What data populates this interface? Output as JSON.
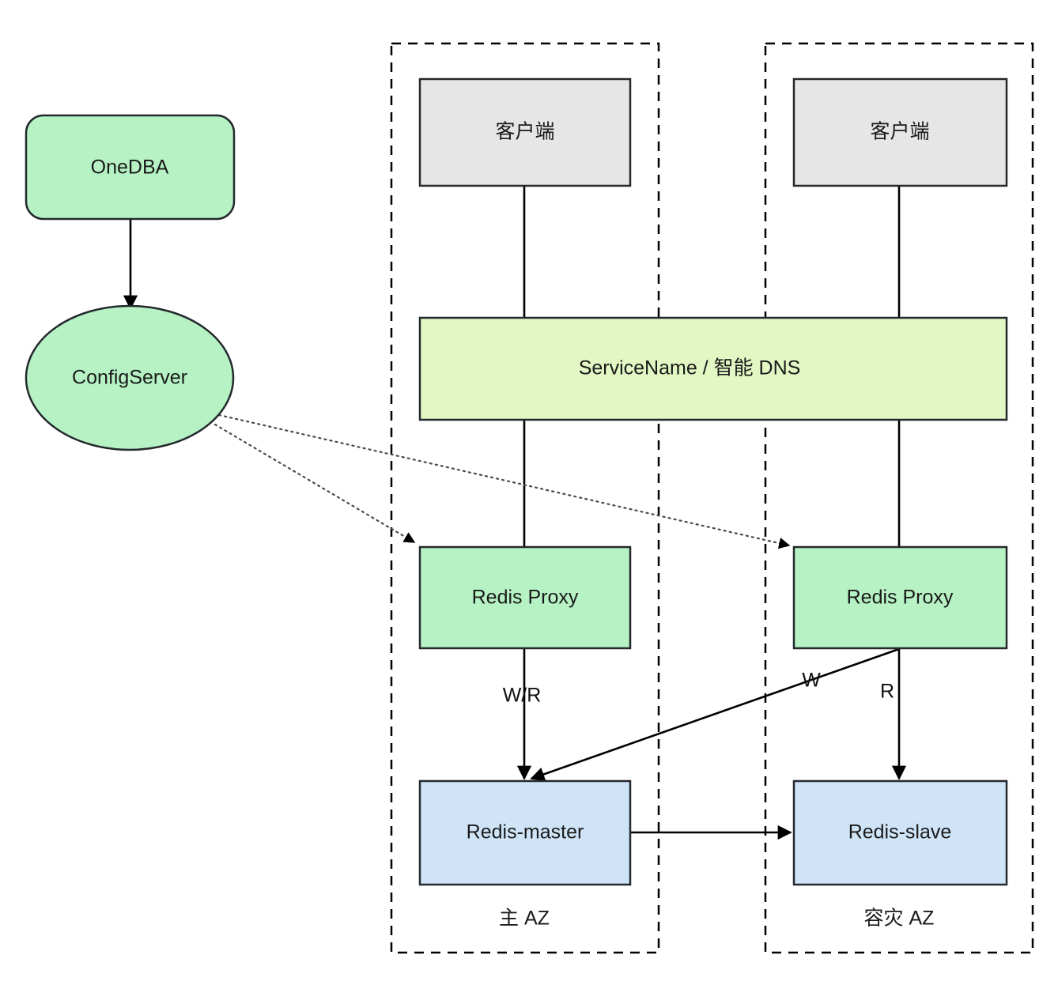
{
  "diagram": {
    "title": "Redis multi-AZ high availability architecture",
    "background": "#ffffff",
    "colors": {
      "green": "#b6f2c4",
      "lime": "#e2f7c4",
      "blue": "#cfe4f7",
      "gray": "#e6e6e6",
      "stroke": "#24292e",
      "dotted_edge": "#4d4d4d"
    }
  },
  "nodes": {
    "onedba": {
      "label": "OneDBA",
      "shape": "rounded-rect",
      "fill": "#b6f2c4"
    },
    "configserver": {
      "label": "ConfigServer",
      "shape": "ellipse",
      "fill": "#b6f2c4"
    },
    "client_primary": {
      "label": "客户端",
      "shape": "rect",
      "fill": "#e6e6e6"
    },
    "client_dr": {
      "label": "客户端",
      "shape": "rect",
      "fill": "#e6e6e6"
    },
    "dns": {
      "label": "ServiceName / 智能 DNS",
      "shape": "rect",
      "fill": "#e2f7c4"
    },
    "proxy_primary": {
      "label": "Redis Proxy",
      "shape": "rect",
      "fill": "#b6f2c4"
    },
    "proxy_dr": {
      "label": "Redis Proxy",
      "shape": "rect",
      "fill": "#b6f2c4"
    },
    "redis_master": {
      "label": "Redis-master",
      "shape": "rect",
      "fill": "#cfe4f7"
    },
    "redis_slave": {
      "label": "Redis-slave",
      "shape": "rect",
      "fill": "#cfe4f7"
    }
  },
  "zones": [
    {
      "id": "primary-az",
      "label": "主 AZ",
      "style": "dashed"
    },
    {
      "id": "dr-az",
      "label": "容灾 AZ",
      "style": "dashed"
    }
  ],
  "edges": [
    {
      "id": "onedba-to-configserver",
      "from": "onedba",
      "to": "configserver",
      "label": "",
      "style": "solid",
      "arrow": true
    },
    {
      "id": "configserver-to-proxy-primary",
      "from": "configserver",
      "to": "proxy_primary",
      "label": "",
      "style": "dotted",
      "arrow": true
    },
    {
      "id": "configserver-to-proxy-dr",
      "from": "configserver",
      "to": "proxy_dr",
      "label": "",
      "style": "dotted",
      "arrow": true
    },
    {
      "id": "client-primary-to-dns",
      "from": "client_primary",
      "to": "dns",
      "label": "",
      "style": "solid",
      "arrow": false
    },
    {
      "id": "client-dr-to-dns",
      "from": "client_dr",
      "to": "dns",
      "label": "",
      "style": "solid",
      "arrow": false
    },
    {
      "id": "dns-to-proxy-primary",
      "from": "dns",
      "to": "proxy_primary",
      "label": "",
      "style": "solid",
      "arrow": false
    },
    {
      "id": "dns-to-proxy-dr",
      "from": "dns",
      "to": "proxy_dr",
      "label": "",
      "style": "solid",
      "arrow": false
    },
    {
      "id": "proxy-primary-to-master",
      "from": "proxy_primary",
      "to": "redis_master",
      "label": "W/R",
      "style": "solid",
      "arrow": true
    },
    {
      "id": "proxy-dr-to-master",
      "from": "proxy_dr",
      "to": "redis_master",
      "label": "W",
      "style": "solid",
      "arrow": true
    },
    {
      "id": "proxy-dr-to-slave",
      "from": "proxy_dr",
      "to": "redis_slave",
      "label": "R",
      "style": "solid",
      "arrow": true
    },
    {
      "id": "master-to-slave",
      "from": "redis_master",
      "to": "redis_slave",
      "label": "",
      "style": "solid",
      "arrow": true
    }
  ]
}
